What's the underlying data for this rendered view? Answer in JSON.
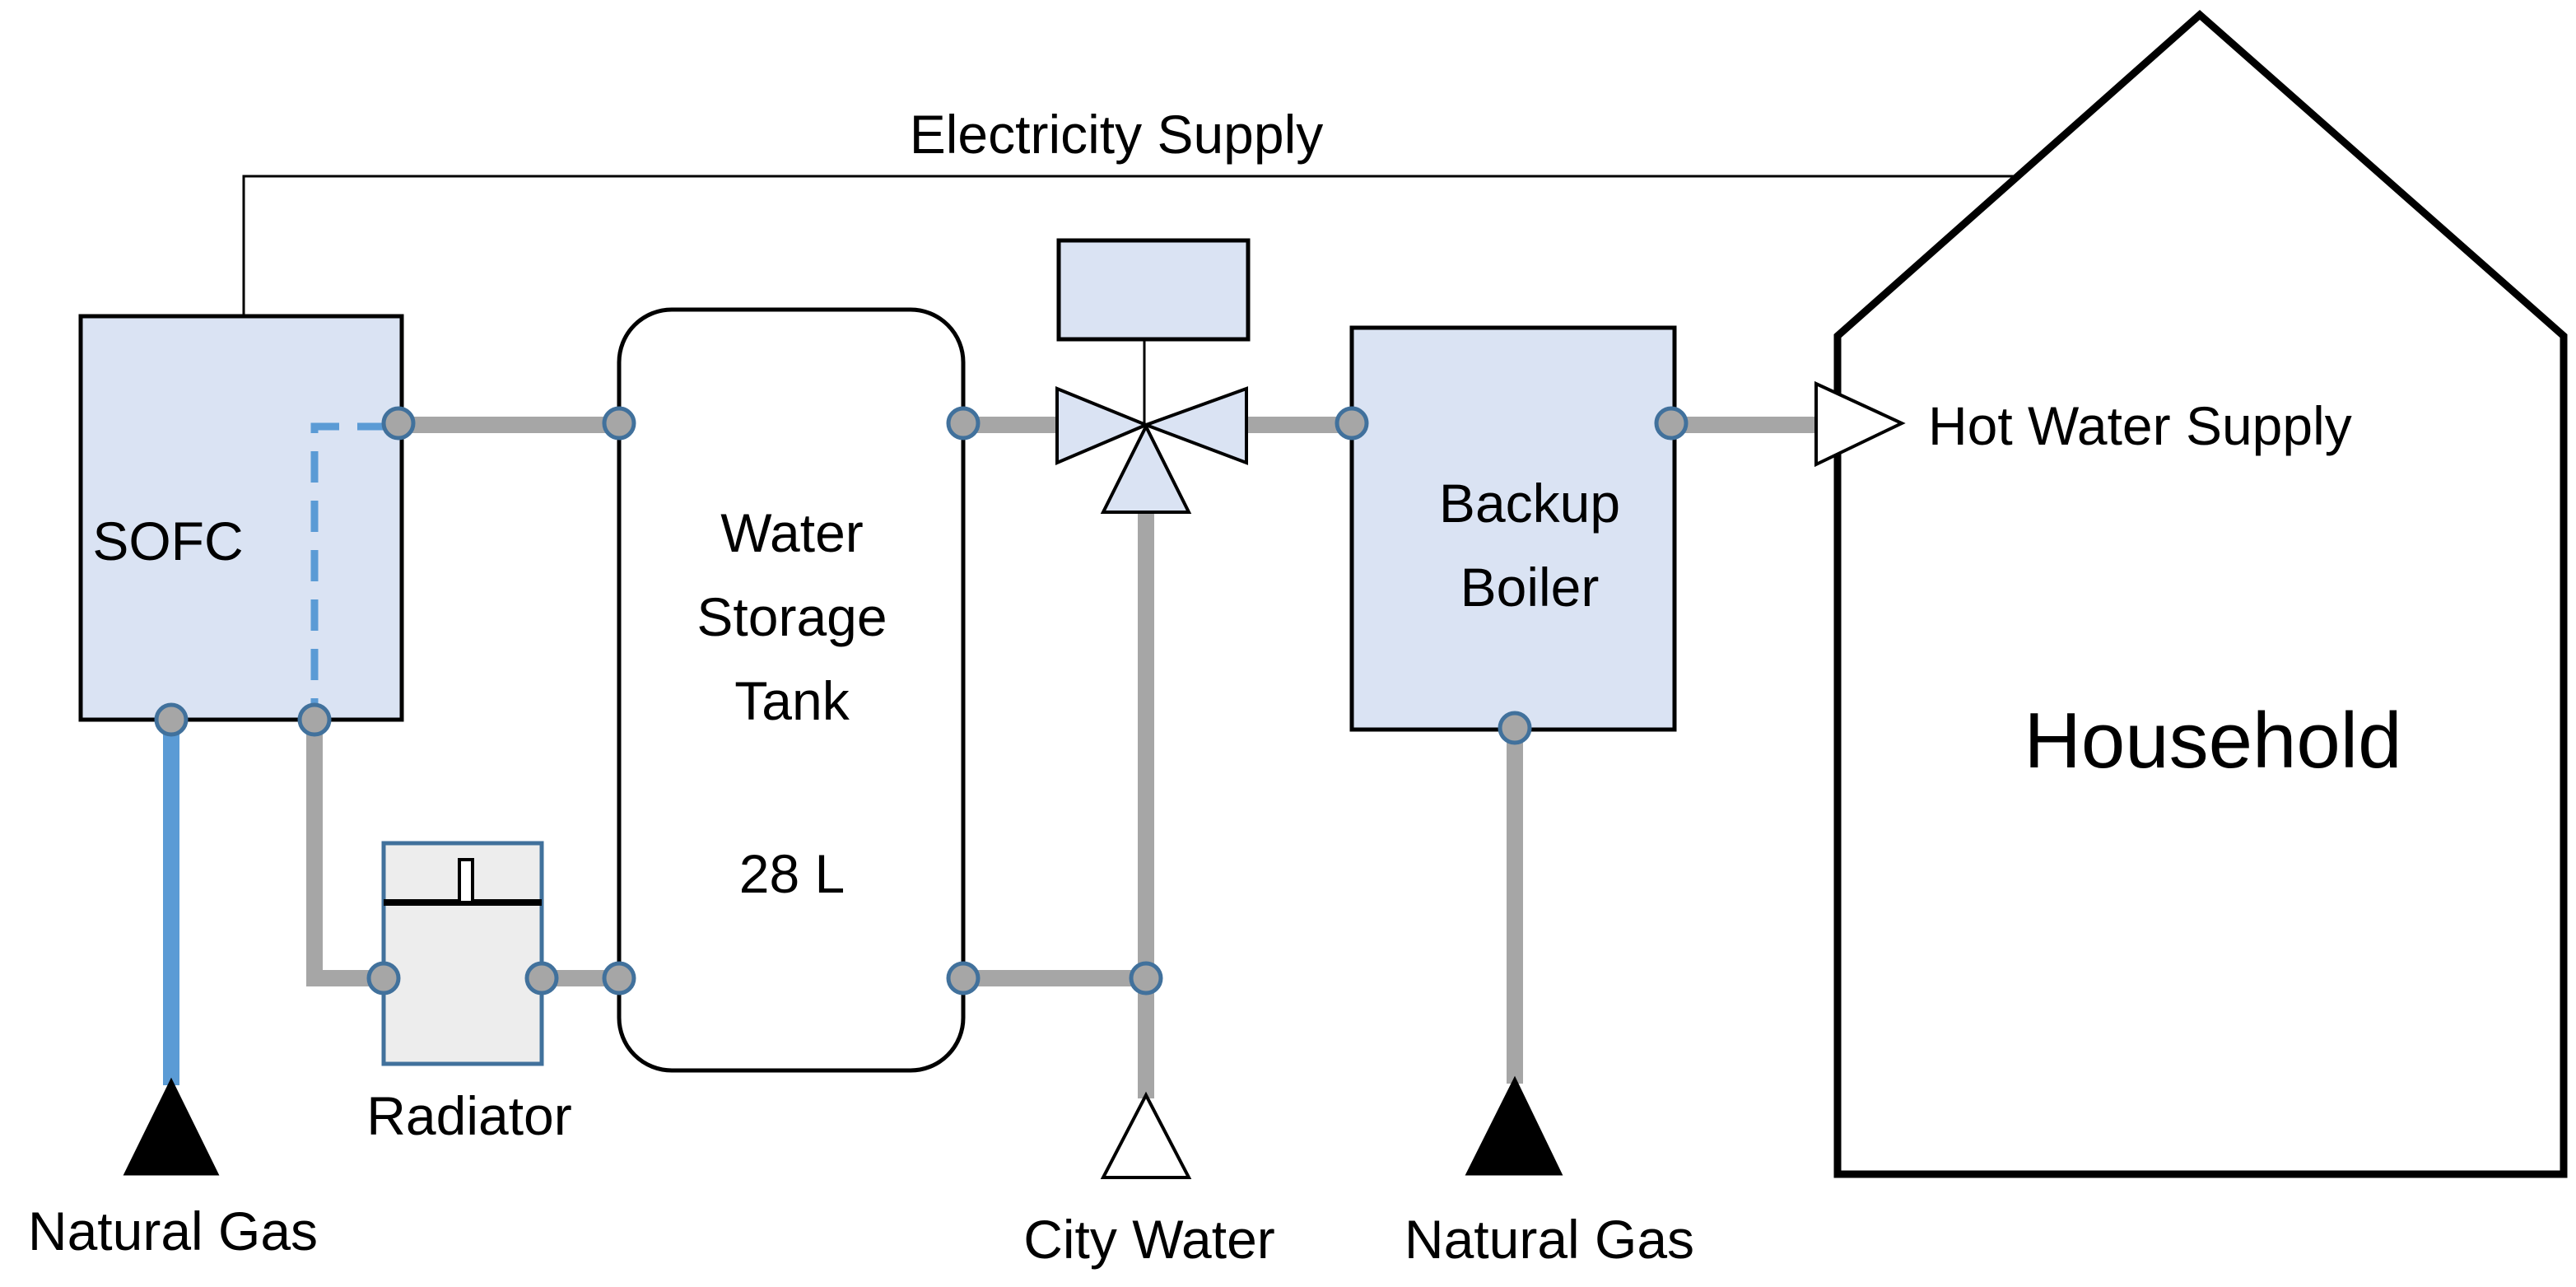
{
  "labels": {
    "electricity_supply": "Electricity Supply",
    "sofc": "SOFC",
    "tank_line1": "Water",
    "tank_line2": "Storage",
    "tank_line3": "Tank",
    "tank_volume": "28 L",
    "radiator": "Radiator",
    "boiler_line1": "Backup",
    "boiler_line2": "Boiler",
    "household": "Household",
    "hot_water_supply": "Hot Water Supply",
    "city_water": "City Water",
    "natural_gas_left": "Natural Gas",
    "natural_gas_right": "Natural Gas"
  },
  "colors": {
    "component_fill": "#dae3f3",
    "pipe_gray": "#a6a6a6",
    "gas_line_blue": "#5b9bd5",
    "port_outline": "#41719c",
    "radiator_fill": "#ededed"
  }
}
